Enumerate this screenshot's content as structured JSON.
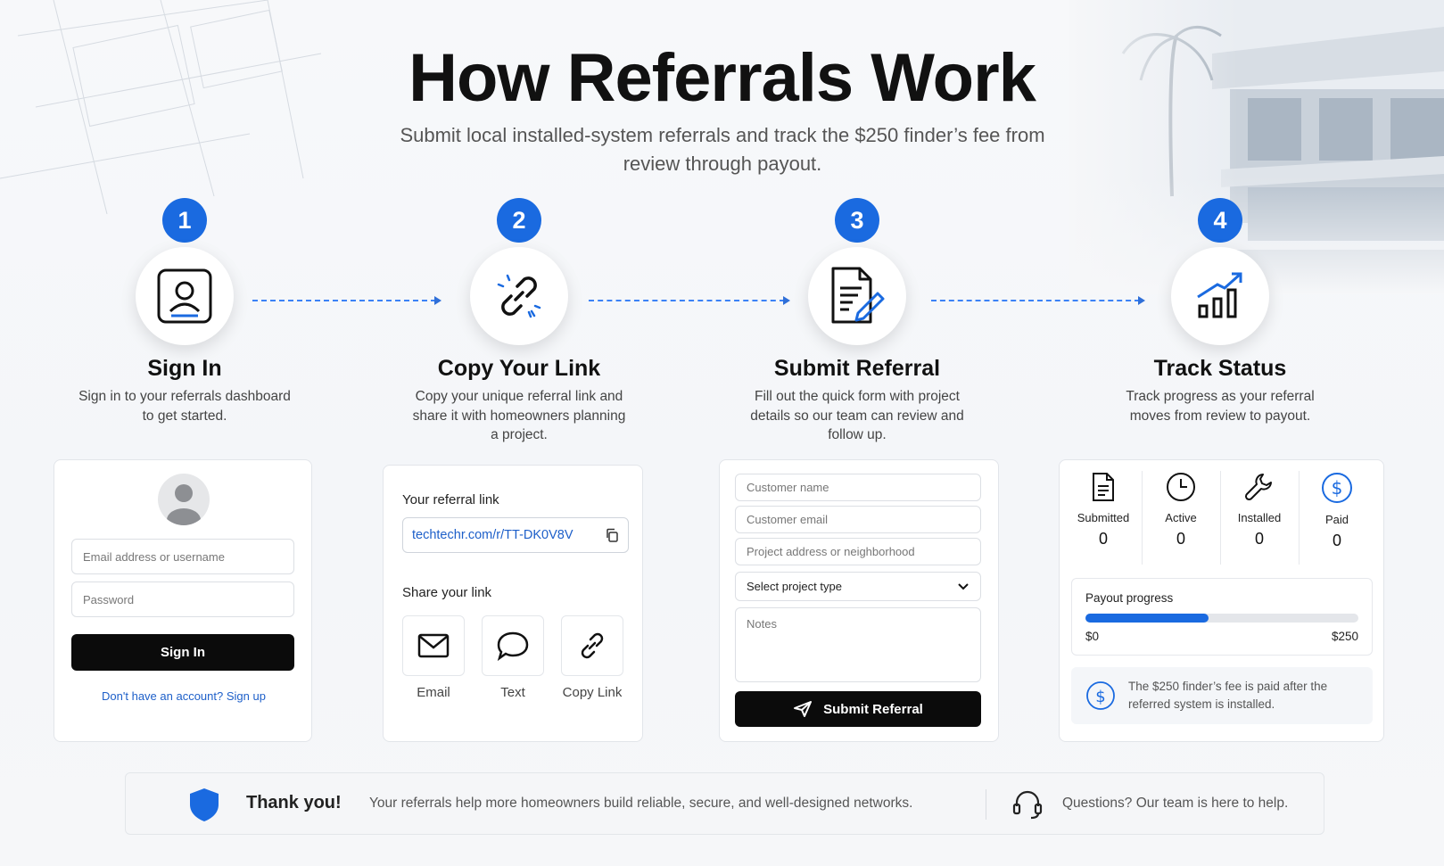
{
  "title": "How Referrals Work",
  "subtitle": "Submit local installed-system referrals and track the $250 finder’s fee from review through payout.",
  "steps": [
    {
      "number": "1",
      "title": "Sign In",
      "desc": "Sign in to your referrals dashboard to get started.",
      "icon": "user-badge-icon"
    },
    {
      "number": "2",
      "title": "Copy Your Link",
      "desc": "Copy your unique referral link and share it with homeowners planning a project.",
      "icon": "link-icon"
    },
    {
      "number": "3",
      "title": "Submit Referral",
      "desc": "Fill out the quick form with project details so our team can review and follow up.",
      "icon": "document-edit-icon"
    },
    {
      "number": "4",
      "title": "Track Status",
      "desc": "Track progress as your referral moves from review to payout.",
      "icon": "chart-up-icon"
    }
  ],
  "signin": {
    "email_placeholder": "Email address or username",
    "password_placeholder": "Password",
    "button": "Sign In",
    "signup_link": "Don't have an account? Sign up"
  },
  "referral_link": {
    "label": "Your referral link",
    "url": "techtechr.com/r/TT-DK0V8V",
    "share_label": "Share your link",
    "share_options": [
      {
        "label": "Email",
        "icon": "mail-icon"
      },
      {
        "label": "Text",
        "icon": "chat-bubble-icon"
      },
      {
        "label": "Copy Link",
        "icon": "link-icon"
      }
    ]
  },
  "form": {
    "customer_name": "Customer name",
    "customer_email": "Customer email",
    "project_address": "Project address or neighborhood",
    "project_type": "Select project type",
    "notes": "Notes",
    "submit": "Submit Referral"
  },
  "status": {
    "items": [
      {
        "label": "Submitted",
        "value": "0",
        "icon": "document-icon"
      },
      {
        "label": "Active",
        "value": "0",
        "icon": "clock-icon"
      },
      {
        "label": "Installed",
        "value": "0",
        "icon": "wrench-icon"
      },
      {
        "label": "Paid",
        "value": "0",
        "icon": "dollar-icon"
      }
    ],
    "payout_label": "Payout progress",
    "payout_min": "$0",
    "payout_max": "$250",
    "payout_fraction": 0.45,
    "note": "The $250 finder’s fee is paid after the referred system is installed."
  },
  "footer": {
    "thanks": "Thank you!",
    "message": "Your referrals help more homeowners build reliable, secure, and well-designed networks.",
    "help": "Questions? Our team is here to help."
  },
  "colors": {
    "accent": "#1a6ae0",
    "dark": "#0b0b0b",
    "link": "#1d5fc9"
  }
}
